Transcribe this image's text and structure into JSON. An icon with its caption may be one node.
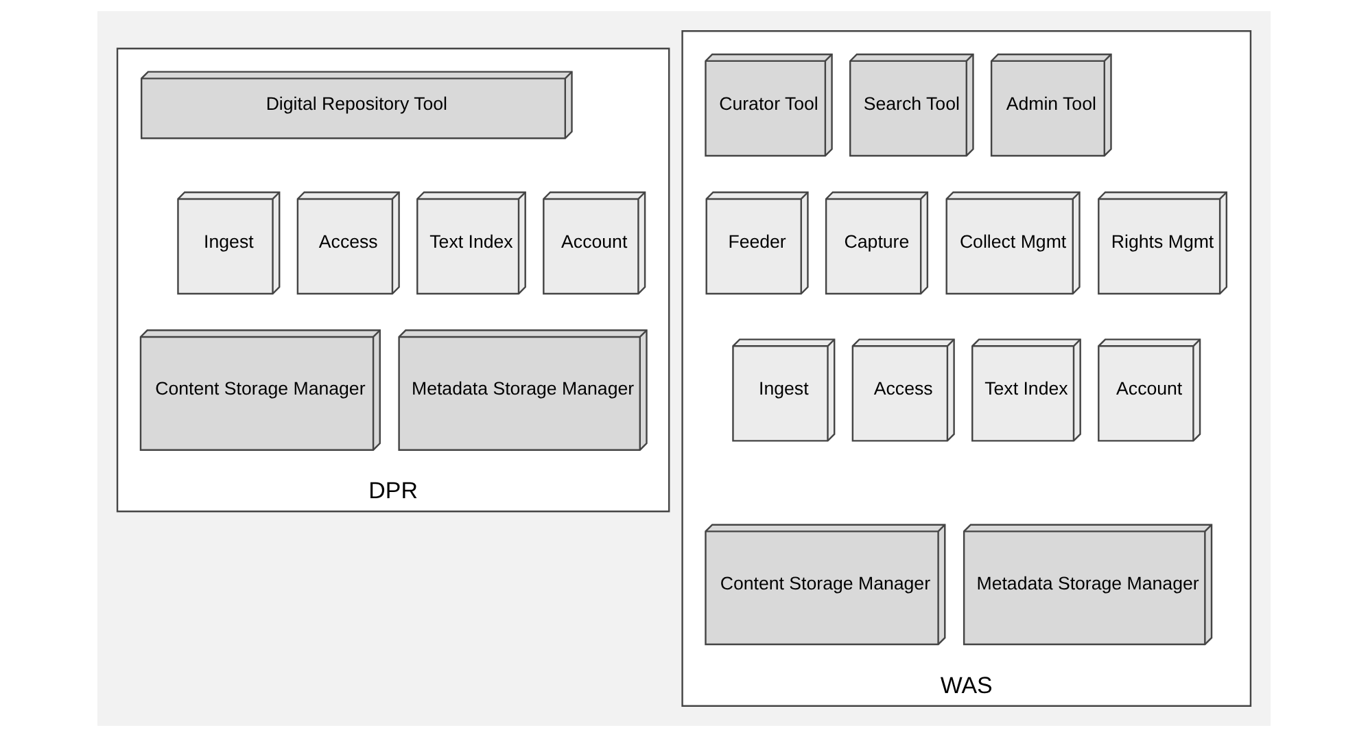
{
  "diagram": {
    "nodes": [
      {
        "text": [
          "DPR"
        ]
      },
      {
        "text": [
          "Digital Repository Tool"
        ],
        "in": 0
      },
      {
        "text": [
          "Ingest"
        ],
        "in": 0
      },
      {
        "text": [
          "Access"
        ],
        "in": 0
      },
      {
        "text": [
          "Text Index"
        ],
        "in": 0
      },
      {
        "text": [
          "Account"
        ],
        "in": 0
      },
      {
        "text": [
          "Content Storage Manager"
        ],
        "in": 0
      },
      {
        "text": [
          "Metadata Storage Manager"
        ],
        "in": 0
      },
      {
        "text": [
          "WAS"
        ]
      },
      {
        "text": [
          "Curator Tool"
        ],
        "in": 8
      },
      {
        "text": [
          "Search Tool"
        ],
        "in": 8
      },
      {
        "text": [
          "Admin Tool"
        ],
        "in": 8
      },
      {
        "text": [
          "Feeder"
        ],
        "in": 8
      },
      {
        "text": [
          "Capture"
        ],
        "in": 8
      },
      {
        "text": [
          "Collect Mgmt"
        ],
        "in": 8
      },
      {
        "text": [
          "Rights Mgmt"
        ],
        "in": 8
      },
      {
        "text": [
          "Ingest"
        ],
        "in": 8
      },
      {
        "text": [
          "Access"
        ],
        "in": 8
      },
      {
        "text": [
          "Text Index"
        ],
        "in": 8
      },
      {
        "text": [
          "Account"
        ],
        "in": 8
      },
      {
        "text": [
          "Content Storage Manager"
        ],
        "in": 8
      },
      {
        "text": [
          "Metadata Storage Manager"
        ],
        "in": 8
      }
    ]
  }
}
